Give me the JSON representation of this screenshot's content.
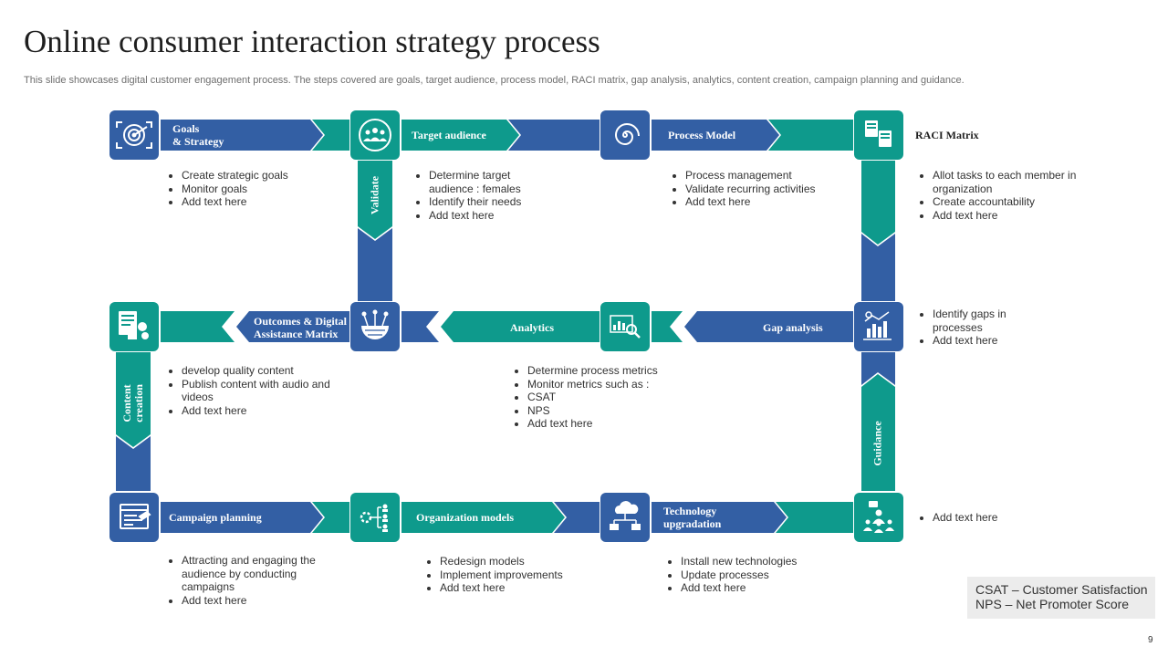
{
  "title": "Online consumer interaction strategy process",
  "subtitle": "This slide showcases digital customer engagement process. The steps covered are goals, target audience, process model, RACI matrix, gap analysis, analytics, content creation, campaign planning and guidance.",
  "colors": {
    "blue": "#335fa4",
    "teal": "#0e9a8c",
    "text": "#333333"
  },
  "steps": {
    "goals": {
      "title_lines": [
        "Goals",
        "& Strategy"
      ],
      "icon": "target-icon",
      "bullets": [
        "Create strategic goals",
        "Monitor goals",
        "Add text here"
      ]
    },
    "target": {
      "title": "Target audience",
      "icon": "group-icon",
      "bullets": [
        "Determine target audience : females",
        "Identify their needs",
        "Add text here"
      ]
    },
    "process": {
      "title": "Process Model",
      "icon": "spiral-icon",
      "bullets": [
        "Process management",
        "Validate recurring activities",
        "Add text here"
      ]
    },
    "raci": {
      "title": "RACI Matrix",
      "icon": "documents-icon",
      "bullets": [
        "Allot tasks to each member in organization",
        "Create accountability",
        "Add text here"
      ]
    },
    "gap": {
      "title": "Gap analysis",
      "icon": "chart-analysis-icon",
      "bullets": [
        "Identify gaps in processes",
        "Add text here"
      ]
    },
    "analytics": {
      "title": "Analytics",
      "icon": "magnifier-chart-icon",
      "bullets": [
        "Determine process metrics",
        "Monitor metrics such as :",
        "CSAT",
        "NPS",
        "Add text here"
      ]
    },
    "outcomes": {
      "title_lines": [
        "Outcomes & Digital",
        "Assistance Matrix"
      ],
      "icon": "network-globe-icon"
    },
    "content": {
      "title_lines": [
        "Content",
        "creation"
      ],
      "icon": "content-icon",
      "bullets": [
        "develop quality content",
        "Publish content with audio and videos",
        "Add text here"
      ]
    },
    "campaign": {
      "title": "Campaign planning",
      "icon": "browser-window-icon",
      "bullets": [
        "Attracting and engaging the audience by conducting campaigns",
        "Add text here"
      ]
    },
    "org": {
      "title": "Organization models",
      "icon": "org-structure-icon",
      "bullets": [
        "Redesign models",
        "Implement improvements",
        "Add text here"
      ]
    },
    "tech": {
      "title_lines": [
        "Technology",
        "upgradation"
      ],
      "icon": "cloud-network-icon",
      "bullets": [
        "Install new technologies",
        "Update processes",
        "Add text here"
      ]
    },
    "guidance": {
      "title": "Guidance",
      "icon": "presenter-team-icon",
      "bullets": [
        "Add text here"
      ]
    },
    "validate": {
      "title": "Validate"
    }
  },
  "legend": {
    "line1": "CSAT – Customer Satisfaction",
    "line2": "NPS – Net Promoter Score"
  },
  "page_number": "9"
}
